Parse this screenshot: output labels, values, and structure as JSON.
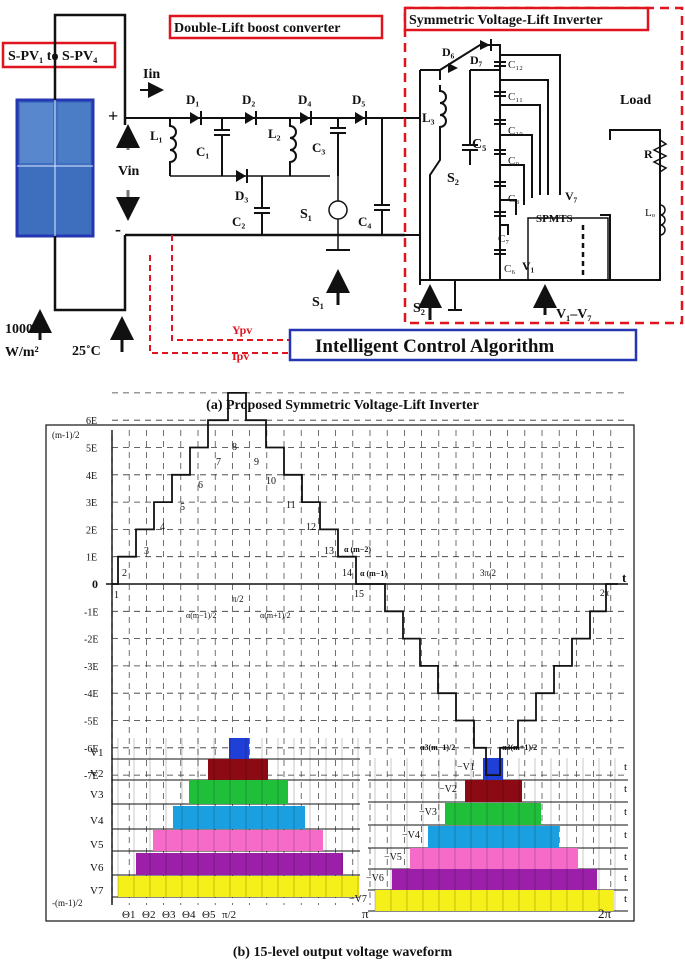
{
  "circuit": {
    "pv_source_label": "S-PV₁ to S-PV₄",
    "boost_title": "Double-Lift boost converter",
    "inverter_title": "Symmetric Voltage-Lift Inverter",
    "control_title": "Intelligent Control Algorithm",
    "irradiance": "1000",
    "irradiance_unit": "W/m²",
    "temperature": "25˚C",
    "i_in": "Iin",
    "v_in": "Vin",
    "plus": "+",
    "minus": "-",
    "ypv": "Ypv",
    "ipv": "Ipv",
    "load": "Load",
    "resistor": "R",
    "inductor_load": "Lₒ",
    "spmts": "SPMTS",
    "v7": "V₇",
    "v1": "V₁",
    "s1": "S₁",
    "s2": "S₂",
    "s2_bottom": "S₂",
    "v_range": "V₁–V₇",
    "diodes": [
      "D₁",
      "D₂",
      "D₃",
      "D₄",
      "D₅",
      "D₆",
      "D₇"
    ],
    "caps_boost": [
      "C₁",
      "C₂",
      "C₃",
      "C₄",
      "C₅"
    ],
    "inductors": [
      "L₁",
      "L₂",
      "L₃"
    ],
    "caps_lift": [
      "C₁₂",
      "C₁₁",
      "C₁₀",
      "C₉",
      "C₈",
      "C₇",
      "C₆"
    ]
  },
  "caption_a": "(a) Proposed Symmetric Voltage-Lift Inverter",
  "caption_b": "(b) 15-level output voltage waveform",
  "waveform": {
    "y_top_label": "(m-1)/2",
    "y_bottom_label": "-(m-1)/2",
    "positive_levels": [
      "1E",
      "2E",
      "3E",
      "4E",
      "5E",
      "6E"
    ],
    "negative_levels": [
      "-1E",
      "-2E",
      "-3E",
      "-4E",
      "-5E",
      "-6E",
      "-7E"
    ],
    "zero": "0",
    "t": "t",
    "step_numbers": [
      "1",
      "2",
      "3",
      "4",
      "5",
      "6",
      "7",
      "8",
      "9",
      "10",
      "11",
      "12",
      "13",
      "14",
      "15"
    ],
    "pi_half": "π/2",
    "three_pi_half": "3π/2",
    "two_pi": "2π",
    "pi": "π",
    "alpha_m_minus_2": "α (m−2)",
    "alpha_m_minus_1": "α (m−1)",
    "alpha_left": "α(m−1)/2",
    "alpha_right": "α(m+1)/2",
    "alpha3_left": "α3(m−1)/2",
    "alpha3_right": "α3(m+1)/2",
    "v_labels": [
      "V1",
      "V2",
      "V3",
      "V4",
      "V5",
      "V6",
      "V7"
    ],
    "neg_v_labels": [
      "−V1",
      "−V2",
      "−V3",
      "−V4",
      "−V5",
      "−V6",
      "−V7"
    ],
    "theta_labels": [
      "Θ1",
      "Θ2",
      "Θ3",
      "Θ4",
      "Θ5",
      "π/2"
    ],
    "bar_colors": [
      "#1f3fd6",
      "#8b0a14",
      "#1fbf3a",
      "#1aa0e0",
      "#f76bc8",
      "#9b1fa8",
      "#f5f01a"
    ]
  }
}
